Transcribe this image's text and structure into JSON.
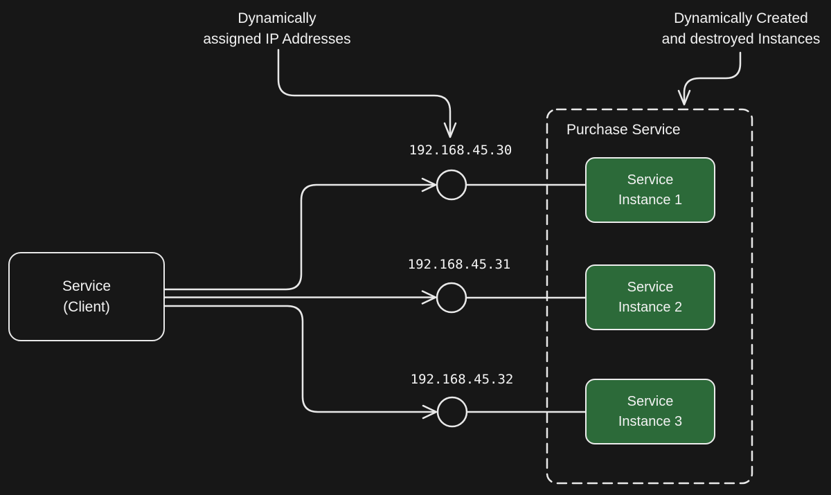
{
  "colors": {
    "background": "#171717",
    "stroke": "#e9e9e9",
    "text": "#f2f2f2",
    "instance_fill": "#2c6a39"
  },
  "annotation_left": {
    "line1": "Dynamically",
    "line2": "assigned IP Addresses"
  },
  "annotation_right": {
    "line1": "Dynamically Created",
    "line2": "and destroyed Instances"
  },
  "client_box": {
    "line1": "Service",
    "line2": "(Client)"
  },
  "group_box": {
    "title": "Purchase Service"
  },
  "endpoints": [
    {
      "ip": "192.168.45.30",
      "instance": {
        "line1": "Service",
        "line2": "Instance 1"
      }
    },
    {
      "ip": "192.168.45.31",
      "instance": {
        "line1": "Service",
        "line2": "Instance 2"
      }
    },
    {
      "ip": "192.168.45.32",
      "instance": {
        "line1": "Service",
        "line2": "Instance 3"
      }
    }
  ]
}
